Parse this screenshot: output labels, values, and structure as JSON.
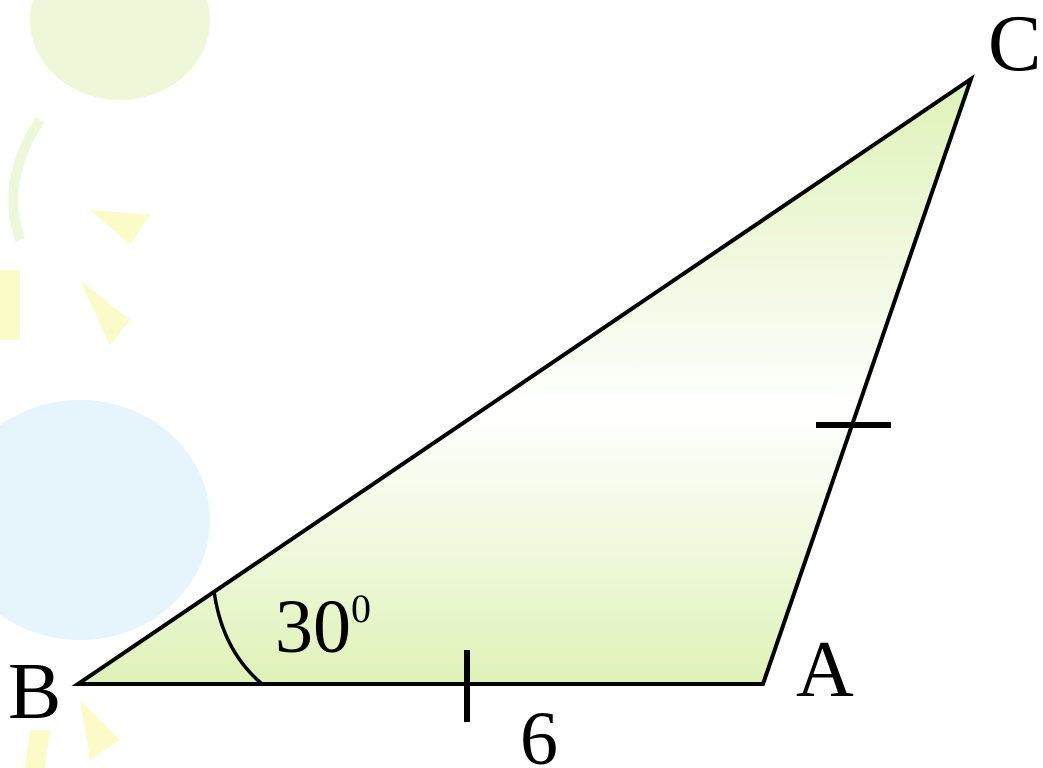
{
  "colors": {
    "fill_light": "#ffffff",
    "fill_mid": "#eef9d6",
    "fill_dark": "#dff2b8",
    "stroke": "#000000",
    "deco_green": "#eef8d8",
    "deco_yellow": "#fbfbc8",
    "deco_blue": "#e6f4fc"
  },
  "triangle": {
    "vertices": {
      "B": "B",
      "A": "A",
      "C": "C"
    },
    "angle_B": {
      "value": "30",
      "unit": "0"
    },
    "side_BA": {
      "length": "6"
    }
  }
}
